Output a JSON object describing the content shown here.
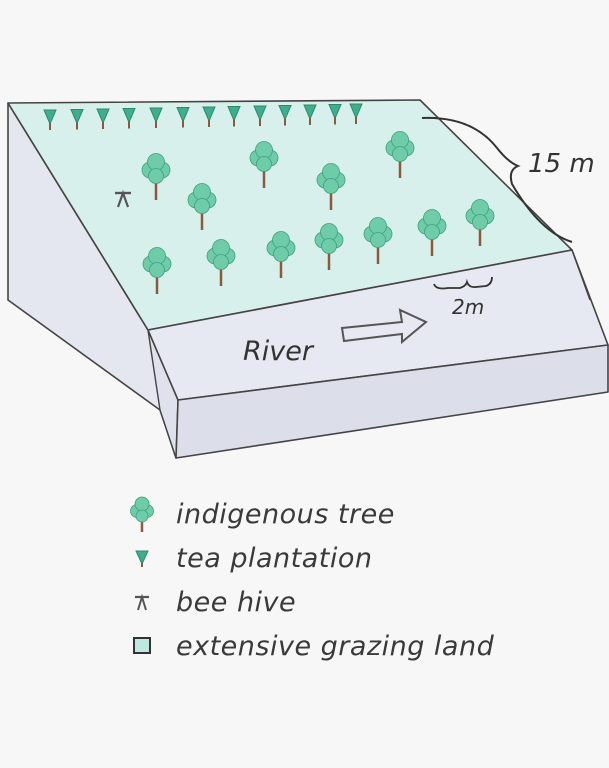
{
  "diagram": {
    "river_label": "River",
    "height_label": "15 m",
    "width_label": "2m"
  },
  "legend": [
    {
      "symbol": "tree-icon",
      "label": "indigenous tree"
    },
    {
      "symbol": "tea-plant-icon",
      "label": "tea plantation"
    },
    {
      "symbol": "bee-hive-icon",
      "label": "bee hive"
    },
    {
      "symbol": "grazing-land-icon",
      "label": "extensive grazing land"
    }
  ],
  "colors": {
    "slope_face": "#d7f0ec",
    "side_face": "#e4e6f0",
    "tree_crown": "#6fcca8",
    "tree_trunk": "#8a5a3c",
    "tea_plant": "#3fae8c",
    "outline": "#444444"
  }
}
